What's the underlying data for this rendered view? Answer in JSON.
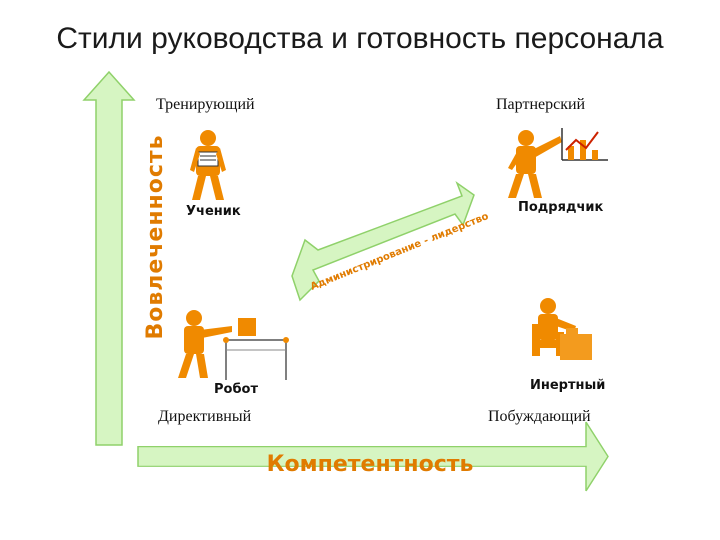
{
  "title": "Стили руководства  и готовность персонала",
  "axes": {
    "vertical_label": "Вовлеченность",
    "horizontal_label": "Компетентность"
  },
  "quadrants": {
    "top_left": "Тренирующий",
    "top_right": "Партнерский",
    "bottom_left": "Директивный",
    "bottom_right": "Побуждающий"
  },
  "figures": {
    "top_left": "Ученик",
    "top_right": "Подрядчик",
    "bottom_left": "Робот",
    "bottom_right": "Инертный"
  },
  "diagonal_arrow_text": "Администрирование - лидерство",
  "colors": {
    "figure": "#f08a00",
    "arrow_fill": "#d6f5c2",
    "arrow_stroke": "#8fd16a",
    "axis_text": "#e07b00"
  }
}
